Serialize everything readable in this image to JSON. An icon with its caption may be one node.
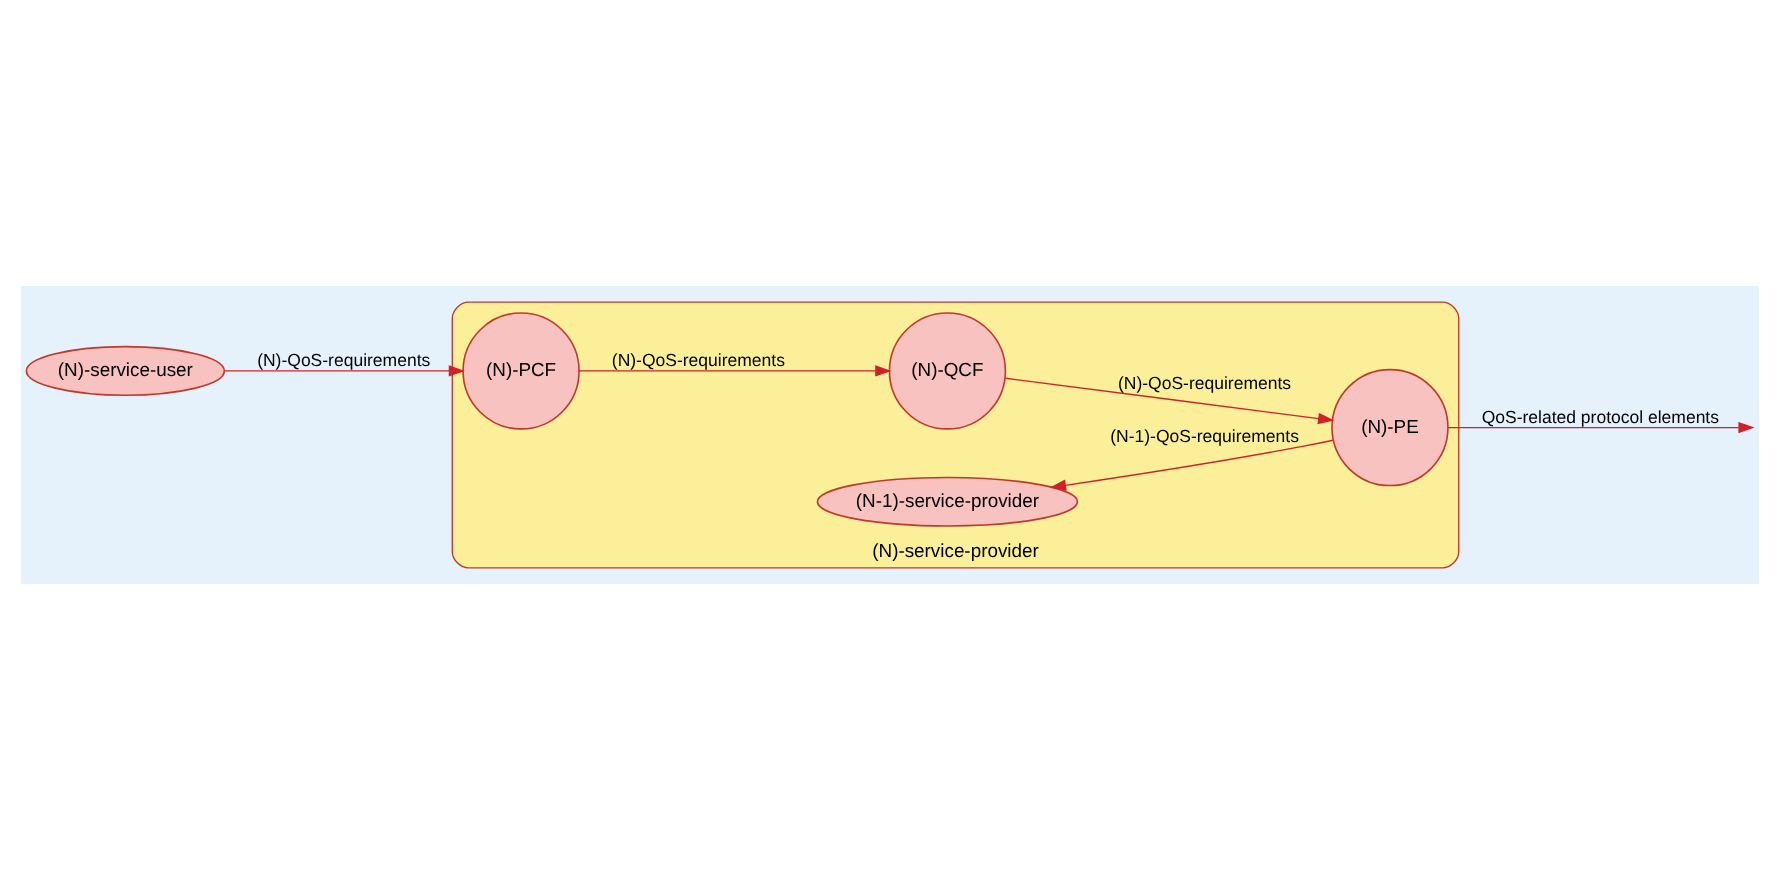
{
  "diagram": {
    "nodes": [
      {
        "text": [
          "(N)-service-provider"
        ]
      },
      {
        "text": [
          "(N)-service-user"
        ]
      },
      {
        "text": [
          "(N)-PCF"
        ],
        "in": 0
      },
      {
        "text": [
          "(N)-QCF"
        ],
        "in": 0
      },
      {
        "text": [
          "(N)-PE"
        ],
        "in": 0
      },
      {
        "text": [
          "(N-1)-service-provider"
        ],
        "in": 0
      }
    ],
    "edges": [
      {
        "from": 1,
        "to": 2,
        "arrow": "to",
        "label": "(N)-QoS-requirements"
      },
      {
        "from": 2,
        "to": 3,
        "arrow": "to",
        "label": "(N)-QoS-requirements"
      },
      {
        "from": 3,
        "to": 4,
        "arrow": "to",
        "label": "(N)-QoS-requirements"
      },
      {
        "from": 4,
        "to": 5,
        "arrow": "to",
        "label": "(N-1)-QoS-requirements"
      },
      {
        "from": 4,
        "to": null,
        "arrow": "to",
        "label": "QoS-related protocol elements"
      }
    ]
  }
}
